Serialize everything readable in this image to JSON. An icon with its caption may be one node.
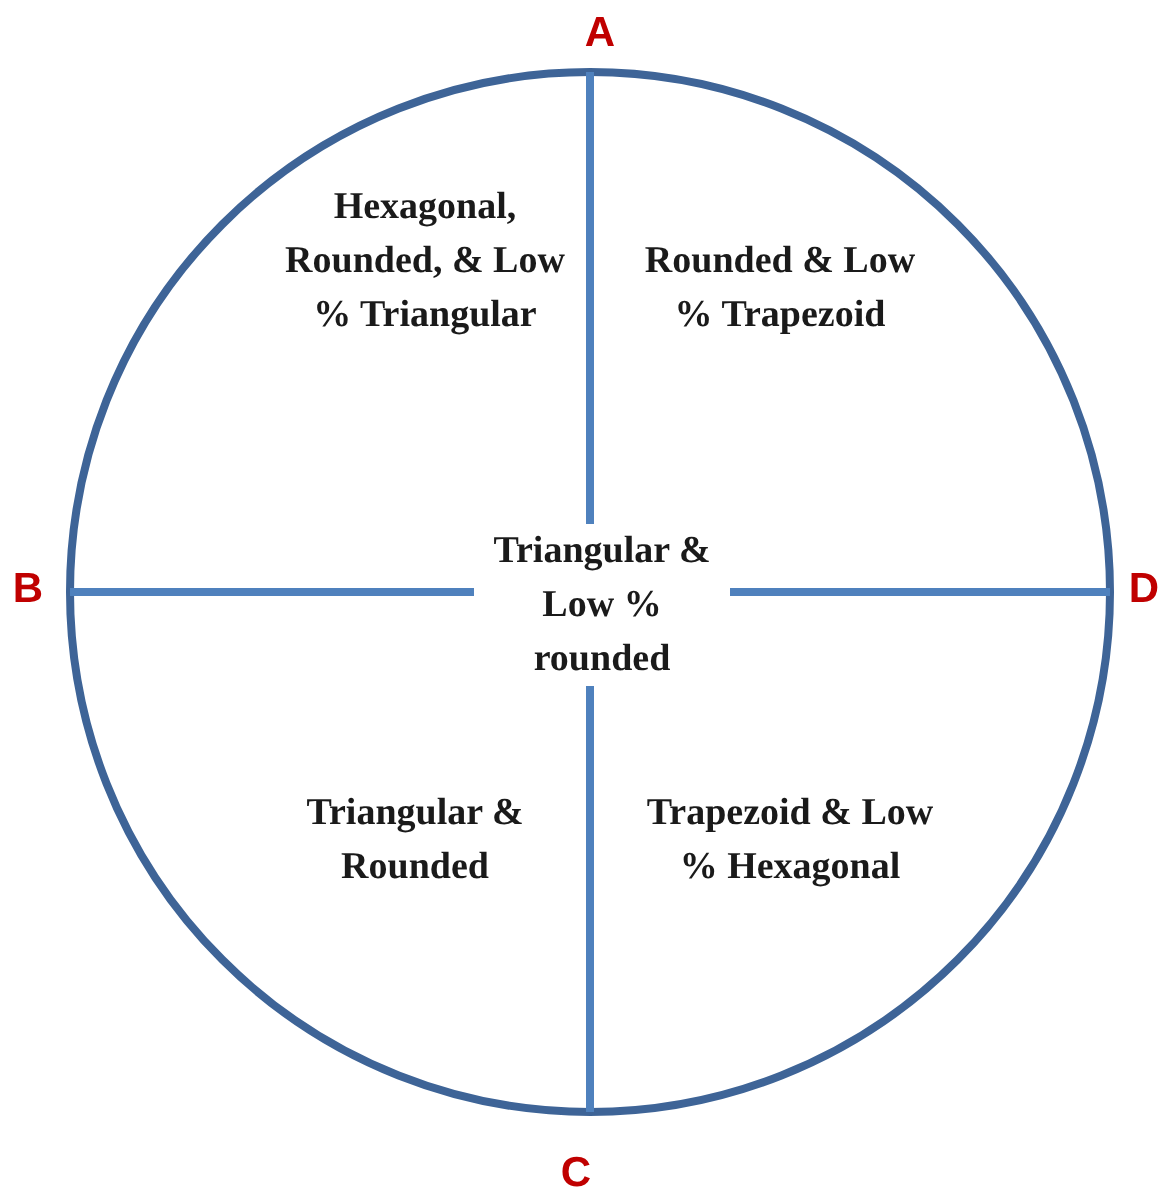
{
  "diagram": {
    "labels": [
      "A",
      "Hexagonal, Rounded, & Low % Triangular",
      "Rounded & Low % Trapezoid",
      "B",
      "Triangular & Low % rounded",
      "D",
      "Triangular & Rounded",
      "Trapezoid & Low % Hexagonal",
      "C"
    ]
  }
}
